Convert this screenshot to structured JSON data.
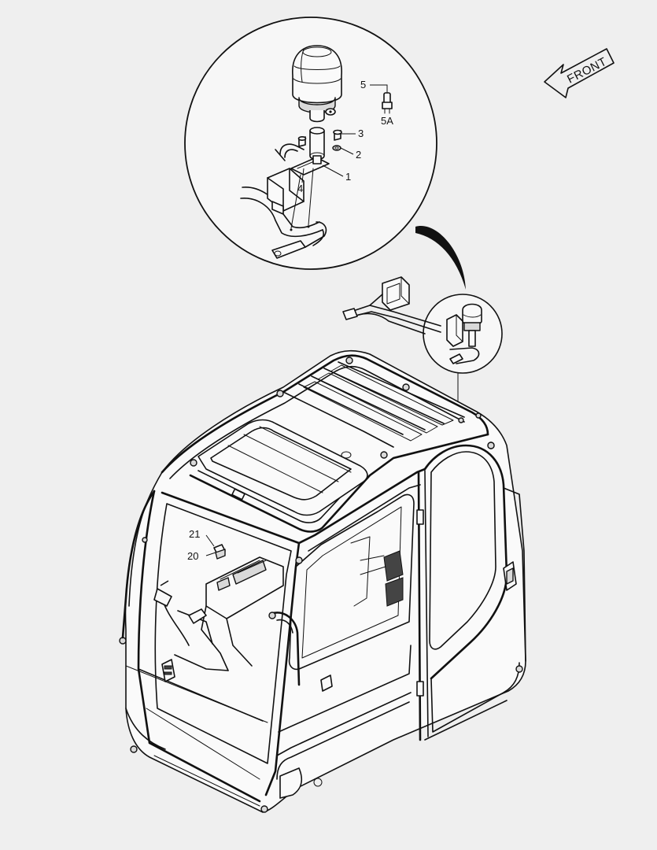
{
  "front_arrow": {
    "label": "FRONT"
  },
  "callouts": {
    "c5": "5",
    "c5a": "5A",
    "c3": "3",
    "c2": "2",
    "c1": "1",
    "c4": "4",
    "c21": "21",
    "c20": "20"
  }
}
